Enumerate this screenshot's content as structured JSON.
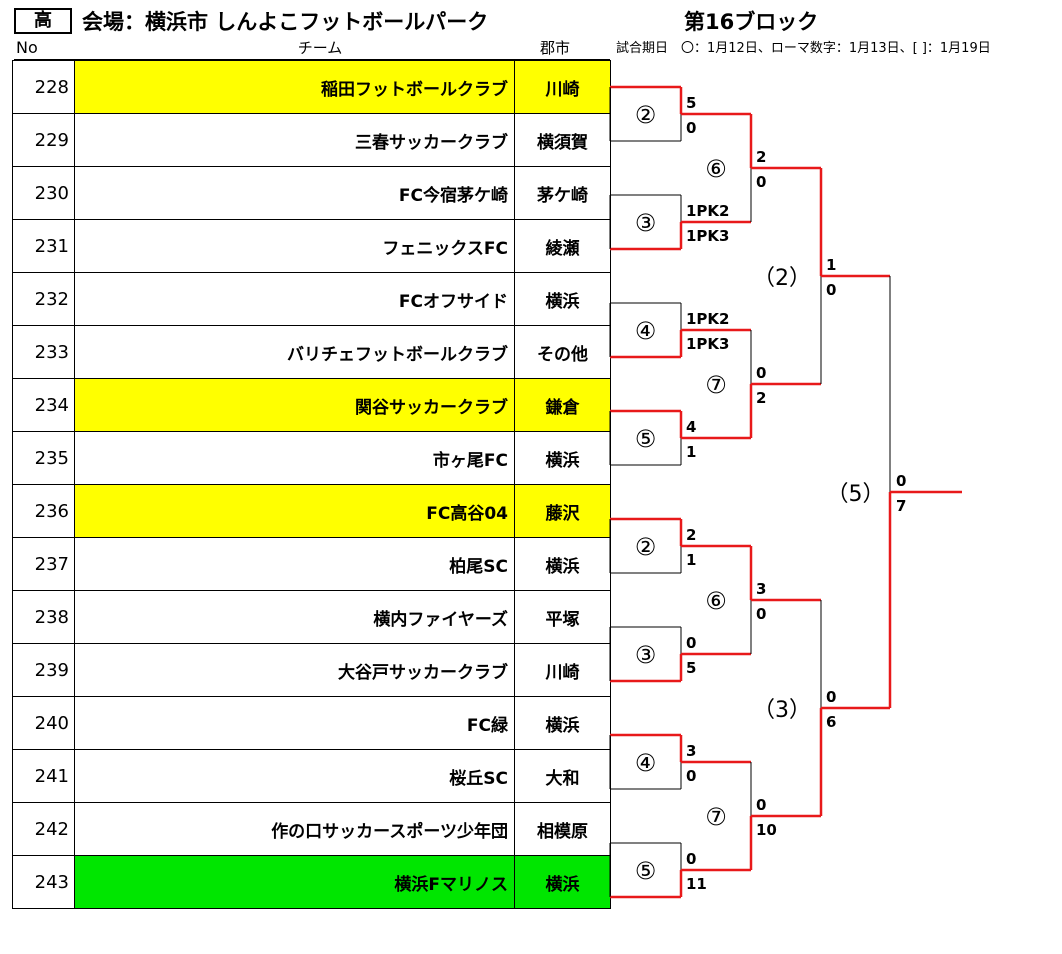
{
  "header": {
    "grade": "高",
    "venue": "会場：横浜市 しんよこフットボールパーク",
    "block": "第16ブロック",
    "col_no": "No",
    "col_team": "チーム",
    "col_city": "郡市",
    "legend": "試合期日　〇：1月12日、ローマ数字：1月13日、[ ]：1月19日"
  },
  "colors": {
    "winner_line": "#e8191a",
    "yellow_highlight": "#ffff00",
    "green_highlight": "#00e600"
  },
  "teams": [
    {
      "no": "228",
      "name": "稲田フットボールクラブ",
      "city": "川崎",
      "highlight": "#ffff00"
    },
    {
      "no": "229",
      "name": "三春サッカークラブ",
      "city": "横須賀",
      "highlight": ""
    },
    {
      "no": "230",
      "name": "FC今宿茅ケ崎",
      "city": "茅ケ崎",
      "highlight": ""
    },
    {
      "no": "231",
      "name": "フェニックスFC",
      "city": "綾瀬",
      "highlight": ""
    },
    {
      "no": "232",
      "name": "FCオフサイド",
      "city": "横浜",
      "highlight": ""
    },
    {
      "no": "233",
      "name": "バリチェフットボールクラブ",
      "city": "その他",
      "highlight": ""
    },
    {
      "no": "234",
      "name": "関谷サッカークラブ",
      "city": "鎌倉",
      "highlight": "#ffff00"
    },
    {
      "no": "235",
      "name": "市ヶ尾FC",
      "city": "横浜",
      "highlight": ""
    },
    {
      "no": "236",
      "name": "FC高谷04",
      "city": "藤沢",
      "highlight": "#ffff00"
    },
    {
      "no": "237",
      "name": "柏尾SC",
      "city": "横浜",
      "highlight": ""
    },
    {
      "no": "238",
      "name": "横内ファイヤーズ",
      "city": "平塚",
      "highlight": ""
    },
    {
      "no": "239",
      "name": "大谷戸サッカークラブ",
      "city": "川崎",
      "highlight": ""
    },
    {
      "no": "240",
      "name": "FC緑",
      "city": "横浜",
      "highlight": ""
    },
    {
      "no": "241",
      "name": "桜丘SC",
      "city": "大和",
      "highlight": ""
    },
    {
      "no": "242",
      "name": "作の口サッカースポーツ少年団",
      "city": "相模原",
      "highlight": ""
    },
    {
      "no": "243",
      "name": "横浜Fマリノス",
      "city": "横浜",
      "highlight": "#00e600"
    }
  ],
  "bracket": {
    "r1": [
      {
        "label": "②",
        "score_top": "5",
        "score_bottom": "0",
        "winner": "top"
      },
      {
        "label": "③",
        "score_top": "1PK2",
        "score_bottom": "1PK3",
        "winner": "bottom"
      },
      {
        "label": "④",
        "score_top": "1PK2",
        "score_bottom": "1PK3",
        "winner": "bottom"
      },
      {
        "label": "⑤",
        "score_top": "4",
        "score_bottom": "1",
        "winner": "top"
      },
      {
        "label": "②",
        "score_top": "2",
        "score_bottom": "1",
        "winner": "top"
      },
      {
        "label": "③",
        "score_top": "0",
        "score_bottom": "5",
        "winner": "bottom"
      },
      {
        "label": "④",
        "score_top": "3",
        "score_bottom": "0",
        "winner": "top"
      },
      {
        "label": "⑤",
        "score_top": "0",
        "score_bottom": "11",
        "winner": "bottom"
      }
    ],
    "r2": [
      {
        "label": "⑥",
        "score_top": "2",
        "score_bottom": "0",
        "winner": "top"
      },
      {
        "label": "⑦",
        "score_top": "0",
        "score_bottom": "2",
        "winner": "bottom"
      },
      {
        "label": "⑥",
        "score_top": "3",
        "score_bottom": "0",
        "winner": "top"
      },
      {
        "label": "⑦",
        "score_top": "0",
        "score_bottom": "10",
        "winner": "bottom"
      }
    ],
    "r3": [
      {
        "label": "（2）",
        "score_top": "1",
        "score_bottom": "0",
        "winner": "top"
      },
      {
        "label": "（3）",
        "score_top": "0",
        "score_bottom": "6",
        "winner": "bottom"
      }
    ],
    "final": {
      "label": "（5）",
      "score_top": "0",
      "score_bottom": "7",
      "winner": "bottom"
    }
  }
}
